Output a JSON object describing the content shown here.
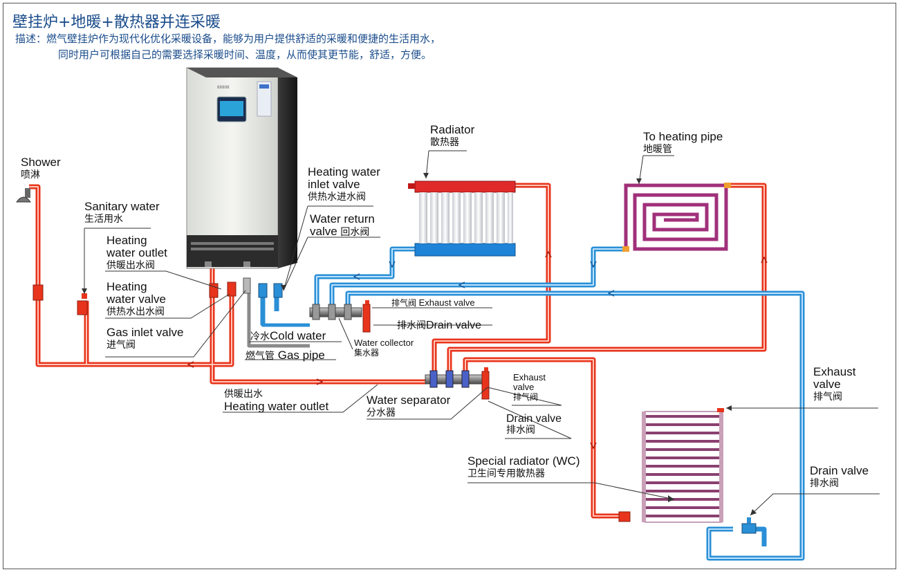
{
  "title": "壁挂炉+地暖+散热器并连采暖",
  "description": {
    "line1": "描述：燃气壁挂炉作为现代化优化采暖设备，能够为用户提供舒适的采暖和便捷的生活用水，",
    "line2": "同时用户可根据自己的需要选择采暖时间、温度，从而使其更节能，舒适，方便。"
  },
  "labels": {
    "shower": {
      "en": "Shower",
      "cn": "喷淋"
    },
    "sanitary_water": {
      "en": "Sanitary water",
      "cn": "生活用水"
    },
    "heating_water_outlet_valve": {
      "en1": "Heating",
      "en2": "water outlet",
      "cn": "供暖出水阀"
    },
    "heating_water_valve": {
      "en1": "Heating",
      "en2": "water valve",
      "cn": "供热水出水阀"
    },
    "gas_inlet_valve": {
      "en": "Gas inlet valve",
      "cn": "进气阀"
    },
    "heating_water_inlet_valve": {
      "en1": "Heating water",
      "en2": "inlet valve",
      "cn": "供热水进水阀"
    },
    "water_return_valve": {
      "en1": "Water return",
      "en2": "valve",
      "cn": "回水阀"
    },
    "radiator": {
      "en": "Radiator",
      "cn": "散热器"
    },
    "heating_pipe": {
      "en": "To heating pipe",
      "cn": "地暖管"
    },
    "exhaust_valve_top": {
      "cn": "排气阀",
      "en": "Exhaust valve"
    },
    "drain_valve_top": {
      "cn": "排水阀",
      "en": "Drain valve"
    },
    "cold_water": {
      "cn": "冷水",
      "en": "Cold water"
    },
    "gas_pipe": {
      "cn": "燃气管",
      "en": "Gas pipe"
    },
    "water_collector": {
      "en": "Water collector",
      "cn": "集水器"
    },
    "heating_outlet_bottom": {
      "cn": "供暖出水",
      "en": "Heating water outlet"
    },
    "water_separator": {
      "en": "Water separator",
      "cn": "分水器"
    },
    "exhaust_valve_mid": {
      "en1": "Exhaust",
      "en2": "valve",
      "cn": "排气阀"
    },
    "drain_valve_mid": {
      "en": "Drain valve",
      "cn": "排水阀"
    },
    "special_radiator": {
      "en": "Special radiator (WC)",
      "cn": "卫生间专用散热器"
    },
    "exhaust_valve_right": {
      "en1": "Exhaust",
      "en2": "valve",
      "cn": "排气阀"
    },
    "drain_valve_right": {
      "en": "Drain valve",
      "cn": "排水阀"
    }
  },
  "colors": {
    "hot_pipe": "#e8341c",
    "cold_pipe": "#2a8fd6",
    "floor_heating_pipe": "#a0307a",
    "wc_radiator": "#8a4070",
    "title_text": "#1a4c8b"
  }
}
